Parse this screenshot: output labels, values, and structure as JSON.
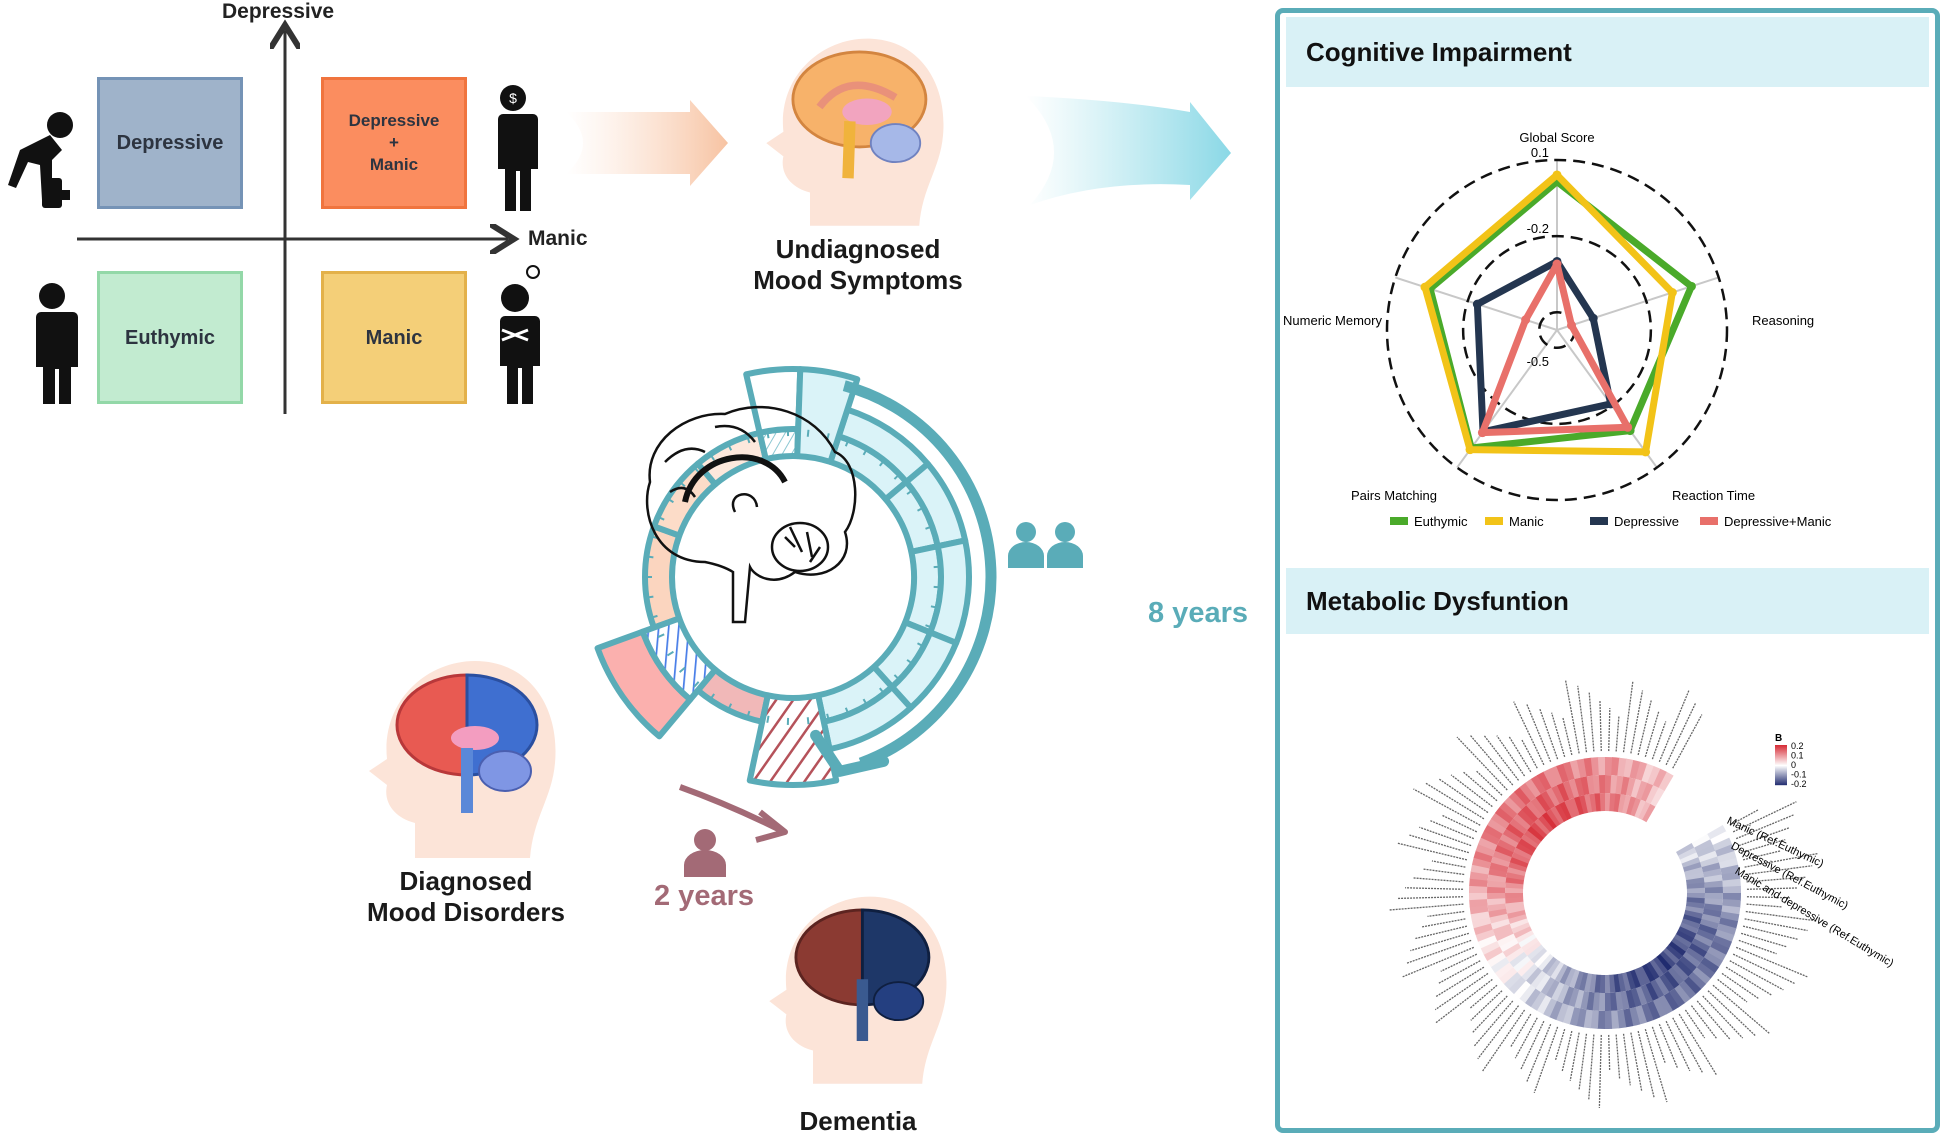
{
  "quadrant": {
    "axis_y_label": "Depressive",
    "axis_x_label": "Manic",
    "boxes": {
      "depressive": "Depressive",
      "depressive_manic": "Depressive\n+\nManic",
      "euthymic": "Euthymic",
      "manic": "Manic"
    },
    "colors": {
      "depressive": "#9fb3ca",
      "depressive_manic": "#fb8d5f",
      "euthymic": "#c2ebd0",
      "manic": "#f4cf78"
    }
  },
  "stages": {
    "undiagnosed": "Undiagnosed\nMood Symptoms",
    "diagnosed": "Diagnosed\nMood Disorders",
    "dementia": "Dementia"
  },
  "timeline": {
    "long_duration": "8 years",
    "short_duration": "2 years",
    "long_color": "#5aacb8",
    "short_color": "#a36a76"
  },
  "cognitive": {
    "title": "Cognitive Impairment",
    "chart_data": {
      "type": "radar",
      "axes": [
        "Global Score",
        "Reasoning",
        "Reaction Time",
        "Pairs Matching",
        "Numeric Memory"
      ],
      "rlim": [
        -0.57,
        0.1
      ],
      "ticks": [
        0.1,
        -0.2,
        -0.5
      ],
      "tick_labels": [
        "0.1",
        "-0.2",
        "-0.5"
      ],
      "legend_position": "bottom",
      "series": [
        {
          "name": "Euthymic",
          "color": "#4aaa2a",
          "values": [
            0.015,
            -0.013,
            -0.08,
            0.005,
            -0.044
          ]
        },
        {
          "name": "Manic",
          "color": "#f2c318",
          "values": [
            0.041,
            -0.092,
            0.024,
            0.013,
            -0.023
          ]
        },
        {
          "name": "Depressive",
          "color": "#243650",
          "values": [
            -0.3,
            -0.42,
            -0.21,
            -0.074,
            -0.24
          ]
        },
        {
          "name": "Depressive+Manic",
          "color": "#e8706a",
          "values": [
            -0.31,
            -0.51,
            -0.096,
            -0.07,
            -0.44
          ]
        }
      ]
    }
  },
  "metabolic": {
    "title": "Metabolic Dysfuntion",
    "legend": {
      "title": "B",
      "ticks": [
        "0.2",
        "0.1",
        "0",
        "-0.1",
        "-0.2"
      ],
      "high_color": "#d7303a",
      "low_color": "#1f2a6e"
    },
    "rows": [
      "Manic (Ref.Euthymic)",
      "Depressive (Ref.Euthymic)",
      "Manic and depressive (Ref.Euthymic)"
    ]
  }
}
